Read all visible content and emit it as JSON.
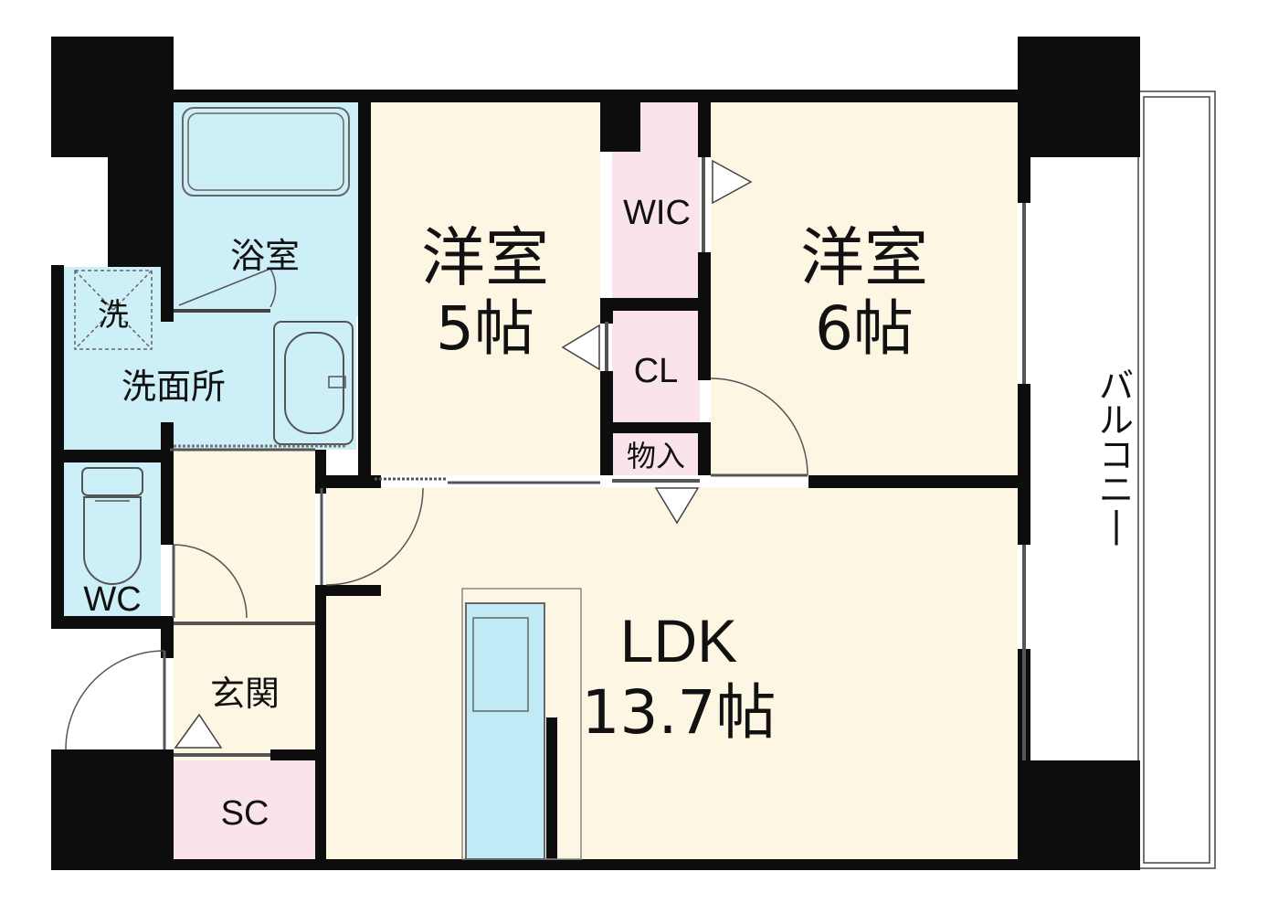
{
  "rooms": {
    "bathroom": {
      "label": "浴室"
    },
    "washer": {
      "label": "洗"
    },
    "washroom": {
      "label": "洗面所"
    },
    "toilet": {
      "label": "WC"
    },
    "entrance": {
      "label": "玄関"
    },
    "shoe_closet": {
      "label": "SC"
    },
    "western_room_a": {
      "label": "洋室",
      "size": "5帖"
    },
    "western_room_b": {
      "label": "洋室",
      "size": "6帖"
    },
    "walk_in_closet": {
      "label": "WIC"
    },
    "closet": {
      "label": "CL"
    },
    "storage": {
      "label": "物入"
    },
    "ldk": {
      "label": "LDK",
      "size": "13.7帖"
    },
    "balcony": {
      "label": "バルコニー"
    }
  },
  "colors": {
    "wall": "#0d0d0d",
    "wet_area": "#cdeff8",
    "dry_room": "#fdf6e2",
    "closet": "#fbe3ee",
    "balcony": "#ffffff",
    "fixture": "#bfeaf6",
    "line": "#666666"
  }
}
